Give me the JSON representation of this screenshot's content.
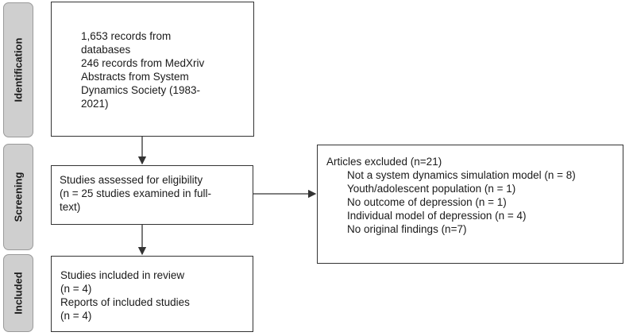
{
  "phases": {
    "identification": "Identification",
    "screening": "Screening",
    "included": "Included"
  },
  "records_box": {
    "lines": [
      "1,653 records from",
      "databases",
      "246 records from MedXriv",
      "Abstracts from System",
      "Dynamics Society (1983-",
      "2021)"
    ]
  },
  "screening_box": {
    "lines": [
      "Studies assessed for eligibility",
      "(n = 25 studies examined in full-",
      "text)"
    ]
  },
  "excluded_box": {
    "title": "Articles excluded (n=21)",
    "items": [
      "Not a system dynamics simulation model (n = 8)",
      "Youth/adolescent population (n = 1)",
      "No outcome of depression (n = 1)",
      "Individual model of depression (n = 4)",
      "No original findings (n=7)"
    ]
  },
  "included_box": {
    "lines": [
      "Studies included in review",
      "(n = 4)",
      "Reports of included studies",
      "(n = 4)"
    ]
  }
}
